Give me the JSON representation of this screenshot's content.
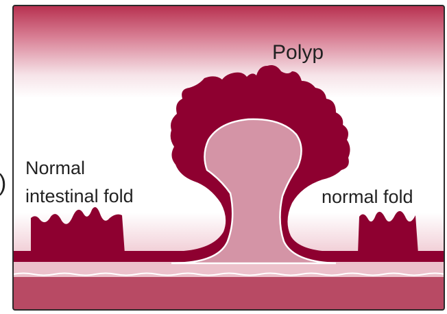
{
  "labels": {
    "polyp": "Polyp",
    "normal_fold_left_line1": "Normal",
    "normal_fold_left_line2": "intestinal fold",
    "normal_fold_right": "normal fold",
    "left_edge_fragment": ")"
  },
  "colors": {
    "tissue_dark": "#8e0030",
    "tissue_mid": "#b7134a",
    "polyp_core": "#d494a6",
    "submucosa": "#ecc1cb",
    "muscle_layer": "#b84a64",
    "frame": "#2a2a2a"
  }
}
